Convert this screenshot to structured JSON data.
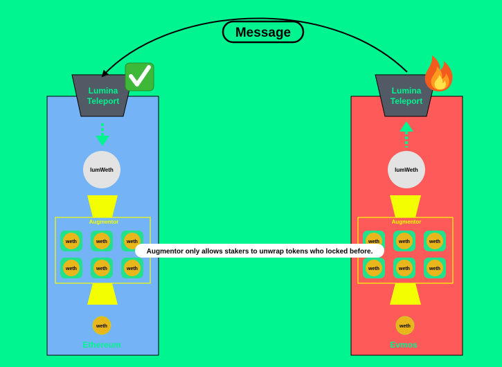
{
  "message": {
    "label": "Message"
  },
  "left": {
    "chain": "Ethereum",
    "teleport_line1": "Lumina",
    "teleport_line2": "Teleport",
    "lumweth": "lumWeth",
    "augmentor": "Augmentor",
    "tokens": [
      "weth",
      "weth",
      "weth",
      "weth",
      "weth",
      "weth"
    ],
    "bottom_token": "weth",
    "status_icon": "check-mark-icon"
  },
  "right": {
    "chain": "Evmos",
    "teleport_line1": "Lumina",
    "teleport_line2": "Teleport",
    "lumweth": "lumWeth",
    "augmentor": "Augmentor",
    "tokens": [
      "weth",
      "weth",
      "weth",
      "weth",
      "weth",
      "weth"
    ],
    "bottom_token": "weth",
    "status_icon": "fire-icon"
  },
  "note": "Augmentor only allows stakers to unwrap tokens who locked before.",
  "colors": {
    "background": "#00F490",
    "left_panel": "#74B3F5",
    "right_panel": "#FF5A5A",
    "teleport": "#525A66",
    "accent_text": "#00F490",
    "funnel": "#F3FF00",
    "token": "#E9B61C",
    "token_ring": "#22E08C"
  }
}
